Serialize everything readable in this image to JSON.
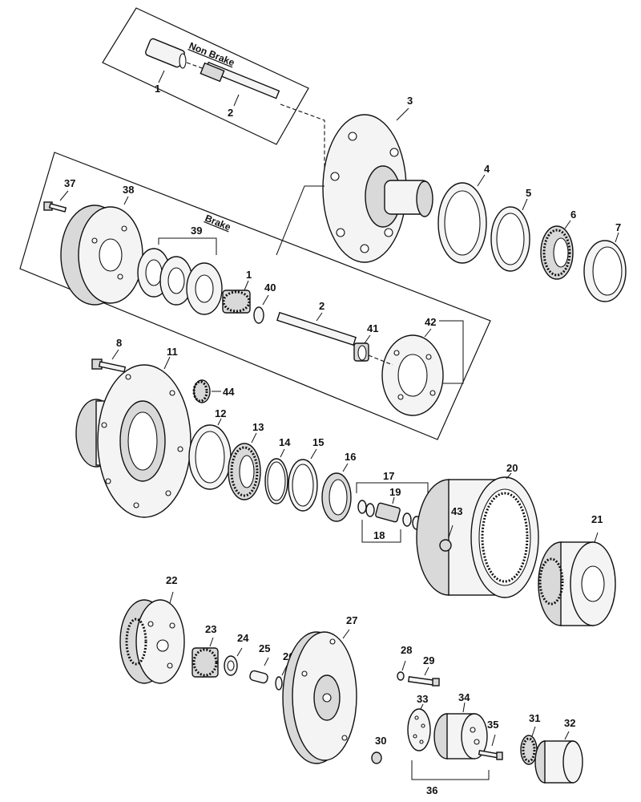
{
  "groups": {
    "non_brake": "Non Brake",
    "brake": "Brake"
  },
  "labels": {
    "p1a": "1",
    "p2a": "2",
    "p3": "3",
    "p4": "4",
    "p5": "5",
    "p6": "6",
    "p7": "7",
    "p37": "37",
    "p38": "38",
    "p39": "39",
    "p1b": "1",
    "p40": "40",
    "p2b": "2",
    "p41": "41",
    "p42": "42",
    "p8": "8",
    "p11": "11",
    "p44": "44",
    "p12": "12",
    "p13": "13",
    "p14": "14",
    "p15": "15",
    "p16": "16",
    "p17": "17",
    "p19": "19",
    "p18": "18",
    "p20": "20",
    "p43": "43",
    "p21": "21",
    "p22": "22",
    "p23": "23",
    "p24": "24",
    "p25": "25",
    "p26": "26",
    "p27": "27",
    "p28": "28",
    "p29": "29",
    "p30": "30",
    "p33": "33",
    "p34": "34",
    "p35": "35",
    "p31": "31",
    "p32": "32",
    "p36": "36"
  }
}
